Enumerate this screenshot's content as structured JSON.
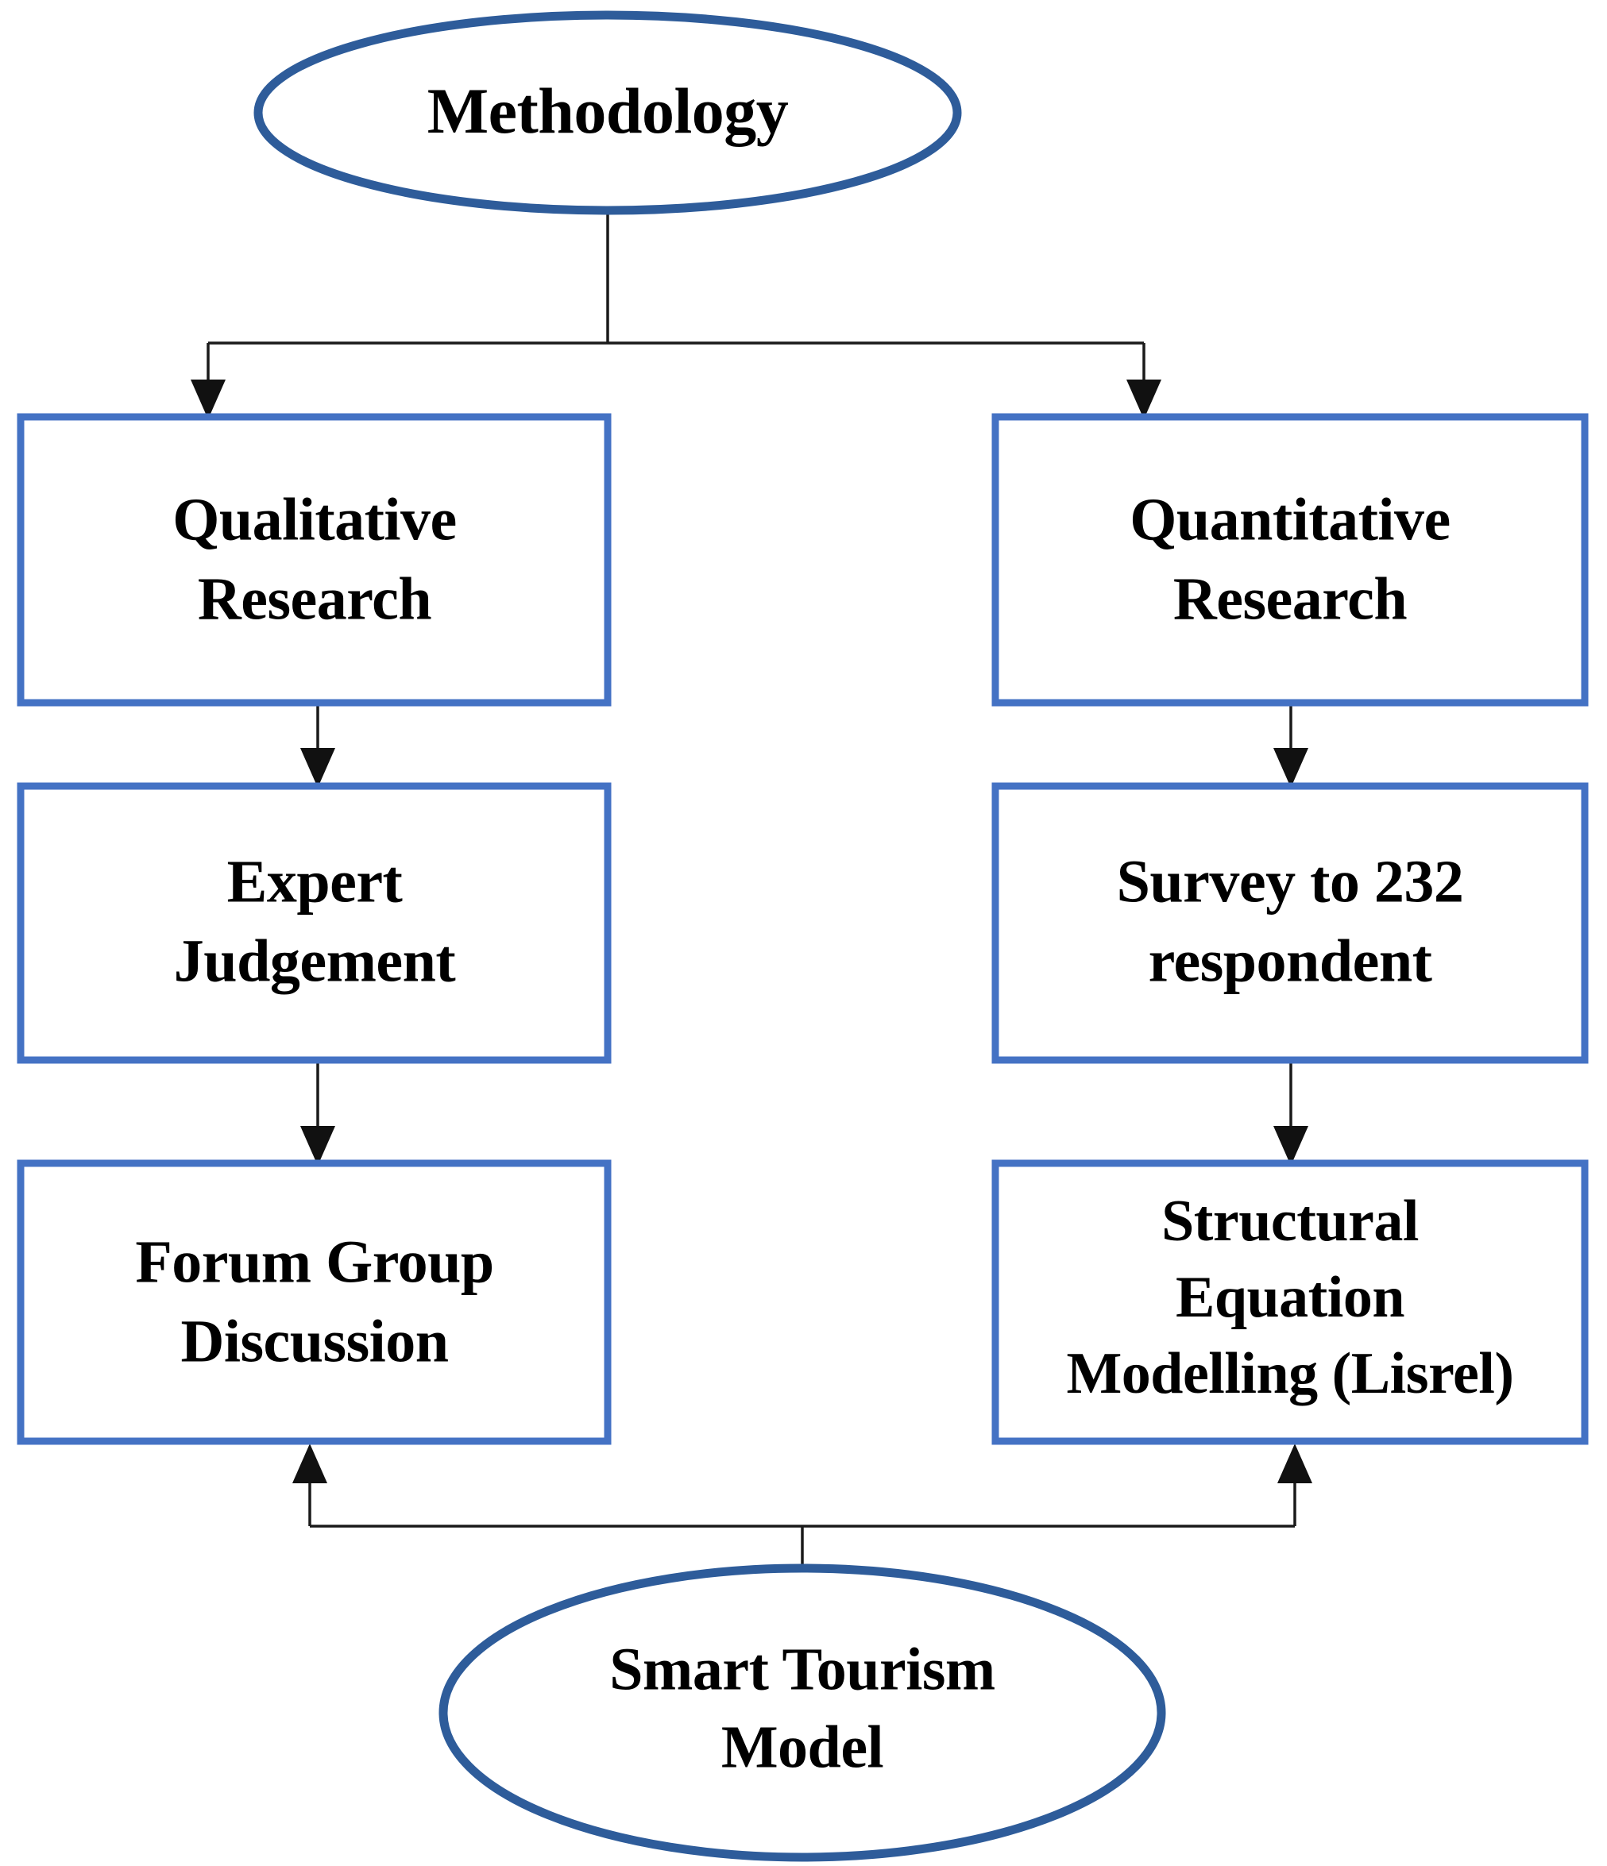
{
  "diagram": {
    "title": "Methodology Research Flowchart",
    "type": "flowchart",
    "background_color": "#FFFFFF",
    "colors": {
      "ellipse_stroke": "#2E5C9A",
      "box_stroke": "#4472C4",
      "node_fill": "#FFFFFF",
      "connector": "#1A1A1A",
      "text": "#000000"
    },
    "root": {
      "label": "Methodology",
      "shape": "ellipse"
    },
    "outcome": {
      "line1": "Smart Tourism",
      "line2": "Model",
      "shape": "ellipse"
    },
    "branches": [
      {
        "name": "qualitative",
        "steps": [
          {
            "line1": "Qualitative",
            "line2": "Research",
            "line3": ""
          },
          {
            "line1": "Expert",
            "line2": "Judgement",
            "line3": ""
          },
          {
            "line1": "Forum Group",
            "line2": "Discussion",
            "line3": ""
          }
        ]
      },
      {
        "name": "quantitative",
        "steps": [
          {
            "line1": "Quantitative",
            "line2": "Research",
            "line3": ""
          },
          {
            "line1": "Survey to 232",
            "line2": "respondent",
            "line3": ""
          },
          {
            "line1": "Structural",
            "line2": "Equation",
            "line3": "Modelling (Lisrel)"
          }
        ]
      }
    ]
  }
}
